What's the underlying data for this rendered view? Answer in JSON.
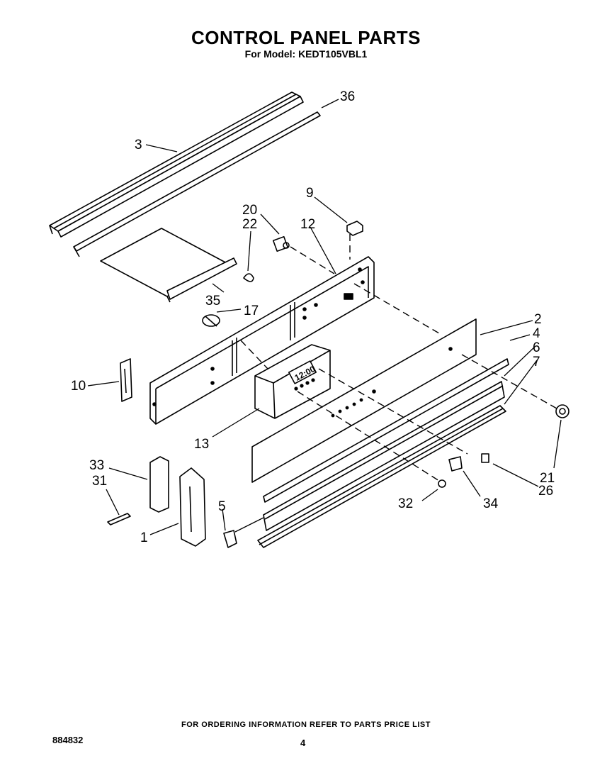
{
  "header": {
    "title": "CONTROL PANEL PARTS",
    "subtitle": "For Model: KEDT105VBL1"
  },
  "diagram": {
    "callouts": [
      "36",
      "3",
      "9",
      "20",
      "22",
      "12",
      "2",
      "4",
      "6",
      "7",
      "35",
      "17",
      "10",
      "13",
      "21",
      "26",
      "33",
      "31",
      "5",
      "1",
      "32",
      "34"
    ],
    "display_text": "12:00"
  },
  "footer": {
    "ordering_note": "FOR ORDERING INFORMATION REFER TO PARTS PRICE LIST",
    "document_number": "884832",
    "page_number": "4"
  }
}
